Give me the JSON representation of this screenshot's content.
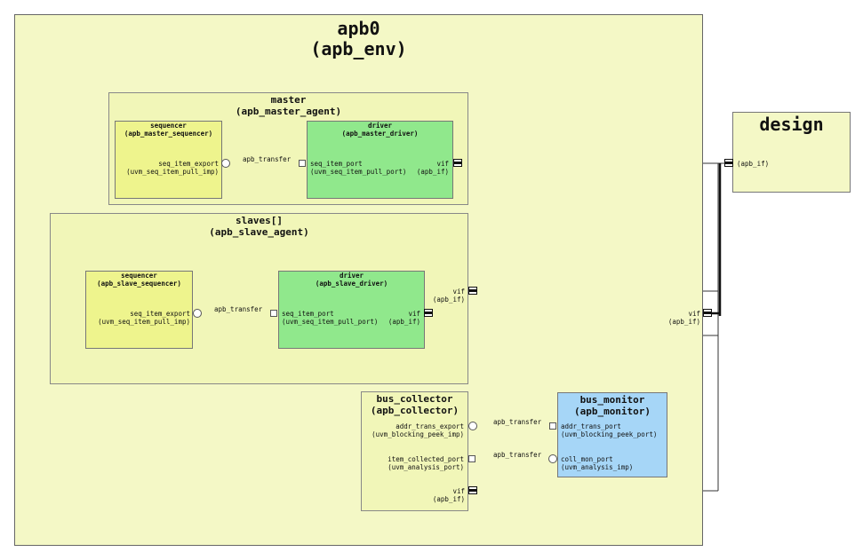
{
  "env": {
    "name": "apb0",
    "type": "(apb_env)"
  },
  "master": {
    "name": "master",
    "type": "(apb_master_agent)",
    "sequencer": {
      "name": "sequencer",
      "type": "(apb_master_sequencer)",
      "port_name": "seq_item_export",
      "port_type": "(uvm_seq_item_pull_imp)"
    },
    "driver": {
      "name": "driver",
      "type": "(apb_master_driver)",
      "port_name": "seq_item_port",
      "port_type": "(uvm_seq_item_pull_port)",
      "vif_name": "vif",
      "vif_type": "(apb_if)"
    },
    "conn_label": "apb_transfer"
  },
  "slaves": {
    "name": "slaves[]",
    "type": "(apb_slave_agent)",
    "vif_name": "vif",
    "vif_type": "(apb_if)",
    "sequencer": {
      "name": "sequencer",
      "type": "(apb_slave_sequencer)",
      "port_name": "seq_item_export",
      "port_type": "(uvm_seq_item_pull_imp)"
    },
    "driver": {
      "name": "driver",
      "type": "(apb_slave_driver)",
      "port_name": "seq_item_port",
      "port_type": "(uvm_seq_item_pull_port)",
      "vif_name": "vif",
      "vif_type": "(apb_if)"
    },
    "conn_label": "apb_transfer"
  },
  "bus_collector": {
    "name": "bus_collector",
    "type": "(apb_collector)",
    "addr_port_name": "addr_trans_export",
    "addr_port_type": "(uvm_blocking_peek_imp)",
    "item_port_name": "item_collected_port",
    "item_port_type": "(uvm_analysis_port)",
    "vif_name": "vif",
    "vif_type": "(apb_if)"
  },
  "bus_monitor": {
    "name": "bus_monitor",
    "type": "(apb_monitor)",
    "addr_port_name": "addr_trans_port",
    "addr_port_type": "(uvm_blocking_peek_port)",
    "coll_port_name": "coll_mon_port",
    "coll_port_type": "(uvm_analysis_imp)"
  },
  "monitor_conn_labels": [
    "apb_transfer",
    "apb_transfer"
  ],
  "env_vif": {
    "name": "vif",
    "type": "(apb_if)"
  },
  "design": {
    "name": "design",
    "port_type": "(apb_if)"
  }
}
